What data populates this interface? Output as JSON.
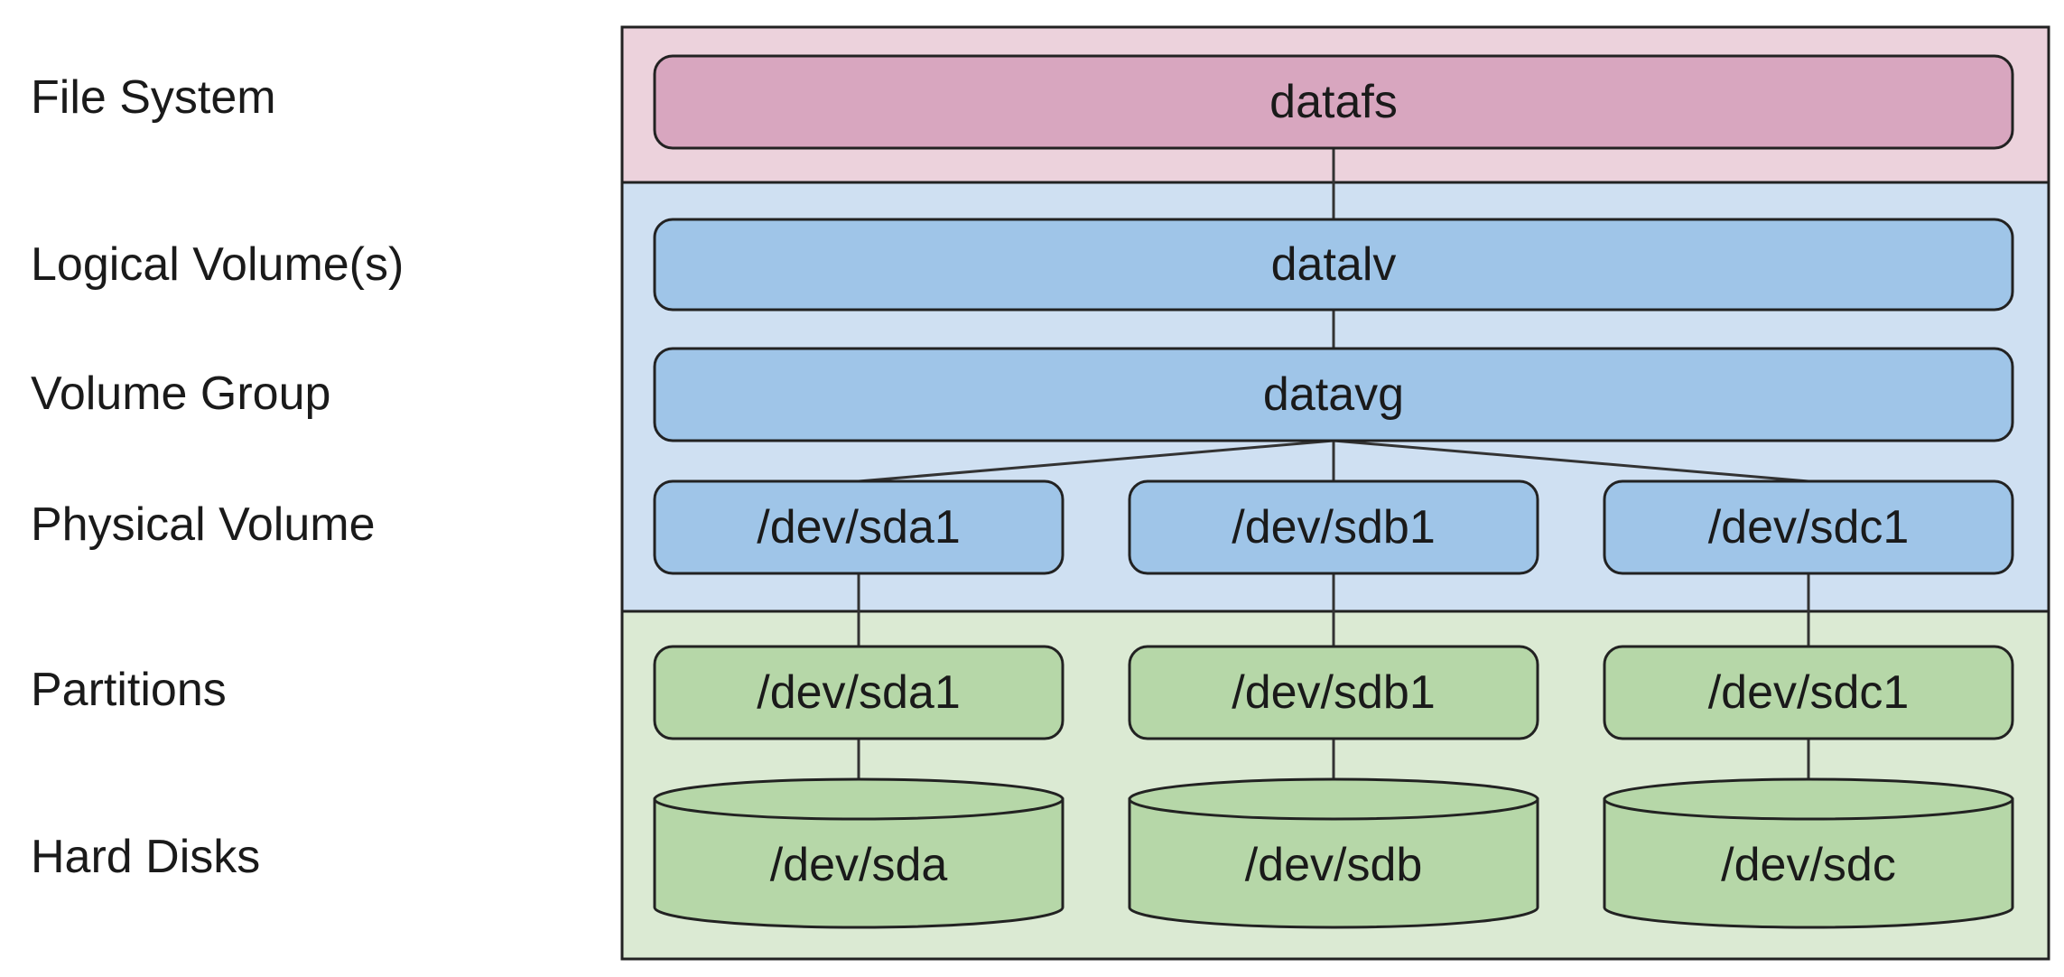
{
  "layer_labels": {
    "file_system": "File System",
    "logical_volumes": "Logical Volume(s)",
    "volume_group": "Volume Group",
    "physical_volume": "Physical Volume",
    "partitions": "Partitions",
    "hard_disks": "Hard Disks"
  },
  "nodes": {
    "filesystem": "datafs",
    "logical_volume": "datalv",
    "volume_group": "datavg",
    "physical_volumes": [
      "/dev/sda1",
      "/dev/sdb1",
      "/dev/sdc1"
    ],
    "partitions": [
      "/dev/sda1",
      "/dev/sdb1",
      "/dev/sdc1"
    ],
    "disks": [
      "/dev/sda",
      "/dev/sdb",
      "/dev/sdc"
    ]
  },
  "colors": {
    "filesystem_band": "#ecd2dc",
    "filesystem_box": "#d8a6bf",
    "lvm_band": "#cfe0f2",
    "lvm_box": "#9fc5e8",
    "storage_band": "#dbead3",
    "storage_box": "#b6d7a8",
    "outline": "#222222"
  }
}
